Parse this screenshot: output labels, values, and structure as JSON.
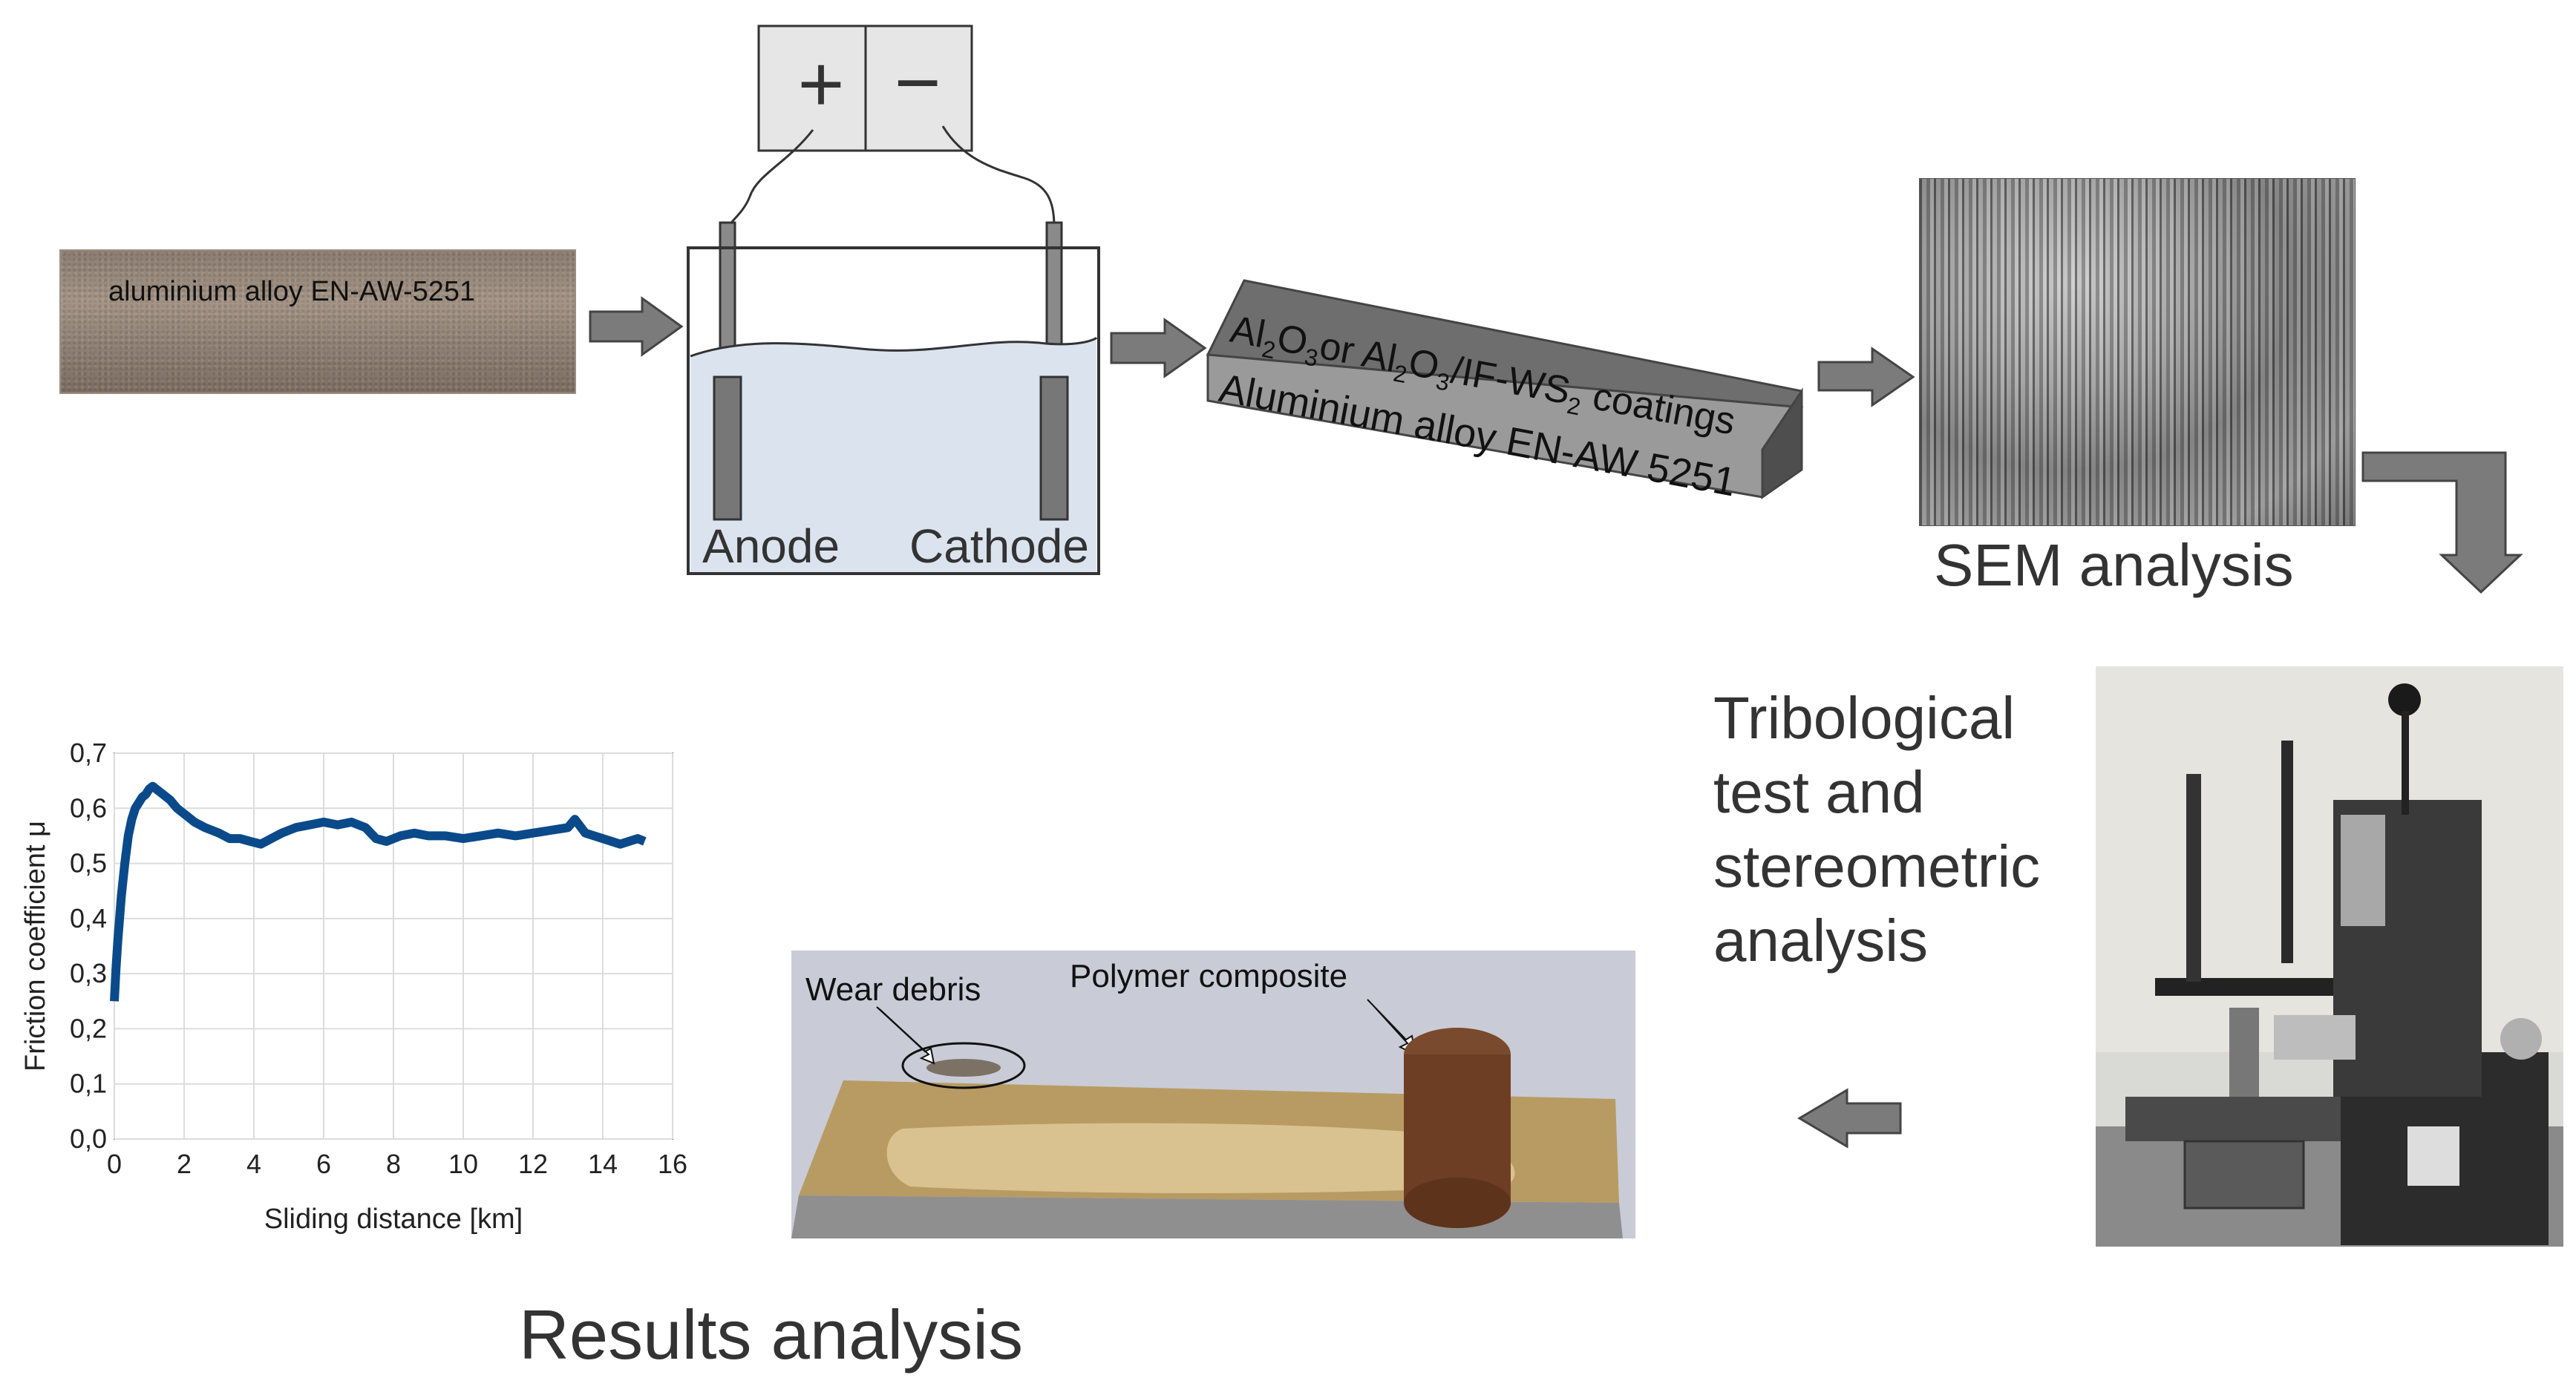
{
  "substrate": {
    "label": "aluminium alloy EN-AW-5251"
  },
  "cell": {
    "plus": "+",
    "minus": "−",
    "anode": "Anode",
    "cathode": "Cathode"
  },
  "coating": {
    "top_parts": [
      "Al",
      "2",
      "O",
      "3",
      "or Al",
      "2",
      "O",
      "3",
      "/IF-WS",
      "2",
      " coatings"
    ],
    "bottom_label": "Aluminium alloy EN-AW 5251"
  },
  "sem": {
    "label": "SEM analysis"
  },
  "tribo": {
    "lines": [
      "Tribological",
      "test and",
      "stereometric",
      "analysis"
    ]
  },
  "sample": {
    "wear_label": "Wear debris",
    "polymer_label": "Polymer composite"
  },
  "results": {
    "label": "Results analysis"
  },
  "colors": {
    "arrow_fill": "#7b7b7b",
    "series": "#0b4a8a",
    "liquid": "#dbe4ee",
    "coating_block": "#6e6e6e"
  },
  "chart_data": {
    "type": "line",
    "xlabel": "Sliding distance [km]",
    "ylabel": "Friction coefficient μ",
    "xlim": [
      0,
      16
    ],
    "ylim": [
      0.0,
      0.7
    ],
    "xticks": [
      "0",
      "2",
      "4",
      "6",
      "8",
      "10",
      "12",
      "14",
      "16"
    ],
    "yticks": [
      "0,0",
      "0,1",
      "0,2",
      "0,3",
      "0,4",
      "0,5",
      "0,6",
      "0,7"
    ],
    "grid": true,
    "series": [
      {
        "x": [
          0.0,
          0.05,
          0.1,
          0.2,
          0.3,
          0.4,
          0.5,
          0.6,
          0.7,
          0.8,
          0.9,
          1.0,
          1.1,
          1.2,
          1.4,
          1.6,
          1.8,
          2.0,
          2.3,
          2.6,
          3.0,
          3.3,
          3.6,
          3.9,
          4.2,
          4.5,
          4.8,
          5.2,
          5.6,
          6.0,
          6.4,
          6.8,
          7.2,
          7.5,
          7.8,
          8.2,
          8.6,
          9.0,
          9.5,
          10.0,
          10.5,
          11.0,
          11.5,
          12.0,
          12.5,
          13.0,
          13.2,
          13.5,
          14.0,
          14.5,
          15.0,
          15.2
        ],
        "y": [
          0.25,
          0.31,
          0.36,
          0.44,
          0.5,
          0.55,
          0.58,
          0.6,
          0.61,
          0.62,
          0.625,
          0.635,
          0.64,
          0.635,
          0.625,
          0.615,
          0.6,
          0.59,
          0.575,
          0.565,
          0.555,
          0.545,
          0.545,
          0.54,
          0.535,
          0.545,
          0.555,
          0.565,
          0.57,
          0.575,
          0.57,
          0.575,
          0.565,
          0.545,
          0.54,
          0.55,
          0.555,
          0.55,
          0.55,
          0.545,
          0.55,
          0.555,
          0.55,
          0.555,
          0.56,
          0.565,
          0.58,
          0.555,
          0.545,
          0.535,
          0.545,
          0.54
        ]
      }
    ]
  }
}
